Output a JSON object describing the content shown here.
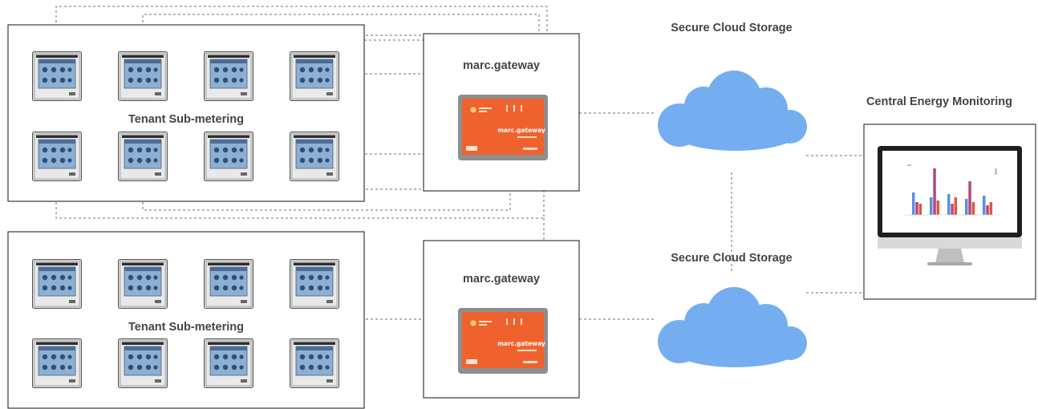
{
  "groups": [
    {
      "label": "Tenant Sub-metering",
      "meter_count": 8,
      "gateway": {
        "title": "marc.gateway",
        "device_label": "marc.gateway"
      },
      "cloud_label": "Secure Cloud Storage"
    },
    {
      "label": "Tenant Sub-metering",
      "meter_count": 8,
      "gateway": {
        "title": "marc.gateway",
        "device_label": "marc.gateway"
      },
      "cloud_label": "Secure Cloud Storage"
    }
  ],
  "monitoring": {
    "label": "Central Energy Monitoring",
    "screen_chart": {
      "type": "bar",
      "groups": 5,
      "series_colors": [
        "#5b8ee6",
        "#b2497c",
        "#e2543f"
      ]
    }
  },
  "colors": {
    "gateway_device": "#f0622d",
    "cloud": "#74aef0",
    "meter_screen": "#7fa8cf",
    "connector": "#6f6f6f"
  },
  "icons": [
    "meter-device-icon",
    "gateway-device-icon",
    "cloud-icon",
    "monitor-icon"
  ]
}
